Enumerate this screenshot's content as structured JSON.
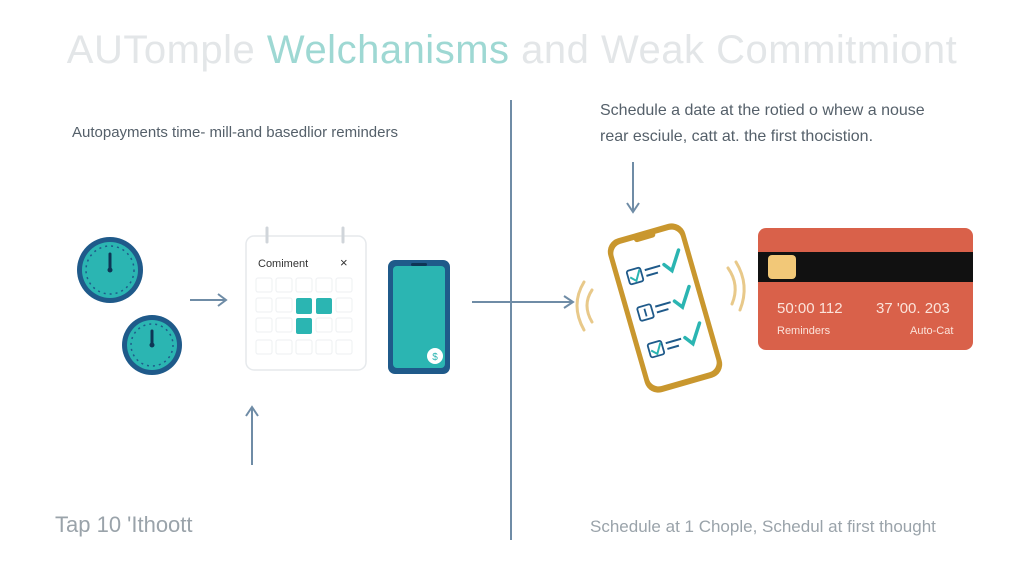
{
  "header": {
    "title_part1": "AUTomple ",
    "title_part2": "Welchanisms",
    "title_part3": " and Weak Commitmiont"
  },
  "left_panel": {
    "subtitle": "Autopayments time- mill-and basedlior reminders",
    "calendar_title": "Comiment",
    "calendar_close": "×",
    "footer": "Tap 10 'Ithoott"
  },
  "right_panel": {
    "subtitle_line1": "Schedule a date at the rotied o whew a nouse",
    "subtitle_line2": "rear esciule, catt at. the first thocistion.",
    "card_number_1": "50:00 112",
    "card_number_2": "37 '00. 203",
    "card_label_left": "Reminders",
    "card_label_right": "Auto-Cat",
    "footer": "Schedule at 1 Chople, Schedul at first thought"
  },
  "colors": {
    "teal": "#2bb5b2",
    "navy": "#1f5a8a",
    "card_red": "#d9614a",
    "gold": "#c9972e",
    "arrow": "#6f8ca6"
  }
}
